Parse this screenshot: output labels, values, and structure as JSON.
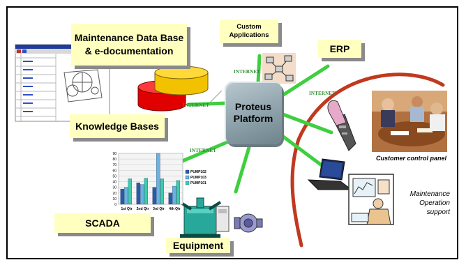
{
  "nodes": {
    "maintenance_db": {
      "line1": "Maintenance Data Base",
      "line2": "& e-documentation"
    },
    "knowledge_bases": {
      "label": "Knowledge Bases"
    },
    "custom_apps": {
      "line1": "Custom",
      "line2": "Applications"
    },
    "erp": {
      "label": "ERP"
    },
    "hub": {
      "line1": "Proteus",
      "line2": "Platform"
    },
    "scada": {
      "label": "SCADA"
    },
    "equipment": {
      "label": "Equipment"
    }
  },
  "internet_labels": [
    "INTERNET",
    "INTERNET",
    "INTERNET",
    "INTERNET"
  ],
  "external": {
    "customer_panel": "Customer control panel",
    "support_line1": "Maintenance",
    "support_line2": "Operation",
    "support_line3": "support"
  },
  "chart_data": {
    "type": "bar",
    "categories": [
      "1st Qtr",
      "2nd Qtr",
      "3rd Qtr",
      "4th Qtr"
    ],
    "ylim": [
      0,
      90
    ],
    "yticks": [
      0,
      10,
      20,
      30,
      40,
      50,
      60,
      70,
      80,
      90
    ],
    "series": [
      {
        "name": "PUMP102",
        "values": [
          27,
          38,
          30,
          20
        ]
      },
      {
        "name": "PUMP103",
        "values": [
          30,
          35,
          90,
          32
        ]
      },
      {
        "name": "PUMP101",
        "values": [
          45,
          46,
          45,
          42
        ]
      }
    ]
  },
  "colors": {
    "link": "#3ecf3e",
    "boundary": "#c0391e",
    "box_fill": "#ffffc0",
    "db_top": "#f2c200",
    "db_bottom": "#e00000",
    "hub": "#8ea2ab",
    "internet_text": "#2e8b2e"
  }
}
